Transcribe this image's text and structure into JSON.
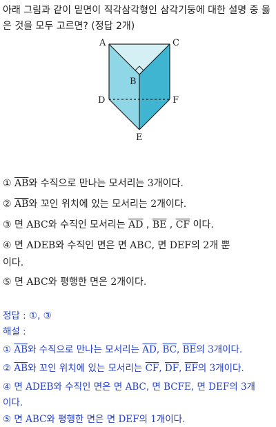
{
  "question": "아래 그림과 같이 밑면이 직각삼각형인 삼각기둥에 대한 설명 중 옳은 것을 모두 고르면? (정답 2개)",
  "figure": {
    "labels": {
      "a": "A",
      "b": "B",
      "c": "C",
      "d": "D",
      "e": "E",
      "f": "F"
    },
    "colors": {
      "top": "#d4f0f4",
      "left": "#8fd6e6",
      "right": "#3fb5d2",
      "edge": "#222222"
    }
  },
  "options": [
    {
      "num": "①",
      "pre": "",
      "seg1": "AB",
      "mid1": "와 수직으로 만나는 모서리는 ",
      "val": "3",
      "post": "개이다."
    },
    {
      "num": "②",
      "pre": "",
      "seg1": "AB",
      "mid1": "와 꼬인 위치에 있는 모서리는 ",
      "val": "2",
      "post": "개이다."
    },
    {
      "num": "③",
      "pre": "면 ",
      "face": "ABC",
      "mid1": "와 수직인 모서리는 ",
      "s1": "AD",
      "s2": "BE",
      "s3": "CF",
      "post": "이다."
    },
    {
      "num": "④",
      "pre": "면 ",
      "face": "ADEB",
      "mid1": "와 수직인 면은 면 ",
      "f2": "ABC",
      "mid2": ", 면 ",
      "f3": "DEF",
      "mid3": "의 ",
      "val": "2",
      "post": "개 뿐",
      "post2": "이다."
    },
    {
      "num": "⑤",
      "pre": "면 ",
      "face": "ABC",
      "mid1": "와 평행한 면은 ",
      "val": "2",
      "post": "개이다."
    }
  ],
  "answer": {
    "label": "정답 : ①, ③",
    "explain_label": "해설 :",
    "e1": {
      "num": "①",
      "seg": "AB",
      "mid": "와 수직으로 만나는 모서리는 ",
      "s1": "AD",
      "s2": "BC",
      "s3": "BE",
      "tail": "의 ",
      "val": "3",
      "post": "개이다."
    },
    "e2": {
      "num": "②",
      "seg": "AB",
      "mid": "와 꼬인 위치에 있는 모서리는 ",
      "s1": "CF",
      "s2": "DF",
      "s3": "EF",
      "tail": "의 ",
      "val": "3",
      "post": "개이다."
    },
    "e4": {
      "num": "④",
      "pre": "면 ",
      "face": "ADEB",
      "mid": "와 수직인 면은 면 ",
      "f1": "ABC",
      "sep1": ", 면 ",
      "f2": "BCFE",
      "sep2": ", 면 ",
      "f3": "DEF",
      "tail": "의 ",
      "val": "3",
      "post": "개",
      "post2": "이다."
    },
    "e5": {
      "num": "⑤",
      "pre": "면 ",
      "face": "ABC",
      "mid": "와 평행한 면은 면 ",
      "f1": "DEF",
      "tail": "의 ",
      "val": "1",
      "post": "개이다."
    }
  }
}
